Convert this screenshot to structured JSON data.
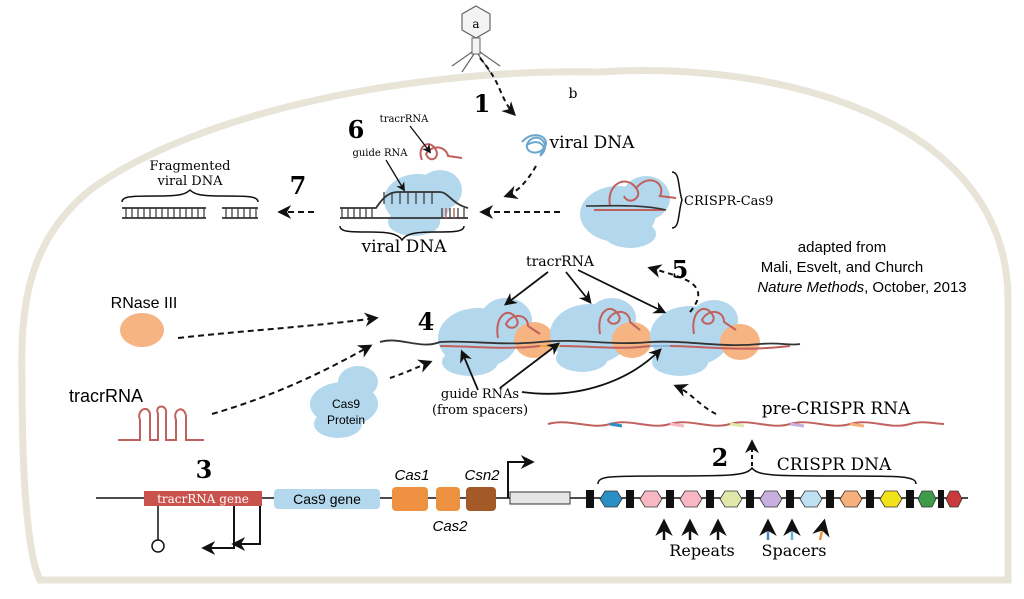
{
  "labels": {
    "a": "a",
    "b": "b",
    "step1": "1",
    "step2": "2",
    "step3": "3",
    "step4": "4",
    "step5": "5",
    "step6": "6",
    "step7": "7",
    "viral_dna_top": "viral DNA",
    "viral_dna_bottom": "viral DNA",
    "crispr_cas9": "CRISPR-Cas9",
    "fragmented_line1": "Fragmented",
    "fragmented_line2": "viral DNA",
    "tracrrna_small": "tracrRNA",
    "guide_rna_small": "guide RNA",
    "rnase_iii": "RNase III",
    "tracrrna_left": "tracrRNA",
    "cas9_protein_line1": "Cas9",
    "cas9_protein_line2": "Protein",
    "tracrrna_center": "tracrRNA",
    "guide_rnas_line1": "guide RNAs",
    "guide_rnas_line2": "(from spacers)",
    "pre_crispr_rna": "pre-CRISPR RNA",
    "crispr_dna": "CRISPR DNA",
    "tracrrna_gene": "tracrRNA gene",
    "cas9_gene": "Cas9 gene",
    "cas1": "Cas1",
    "cas2": "Cas2",
    "csn2": "Csn2",
    "repeats": "Repeats",
    "spacers": "Spacers"
  },
  "credit": {
    "line1": "adapted from",
    "line2": "Mali, Esvelt, and Church",
    "journal": "Nature Methods",
    "date": ", October, 2013"
  },
  "colors": {
    "protein": "#b3d7ec",
    "rnase": "#f6b482",
    "tracr_gene": "#c9524c",
    "cas_orange": "#ee9140",
    "csn2": "#a35a27",
    "rna_red": "#c0615e",
    "spacers": [
      "#2a8fc4",
      "#f7b8c4",
      "#dfe8a8",
      "#c7b0de",
      "#bfe0f2",
      "#f7b07b",
      "#f2e21a",
      "#3f9a4a",
      "#c93a3c",
      "#7b3aa5"
    ]
  }
}
